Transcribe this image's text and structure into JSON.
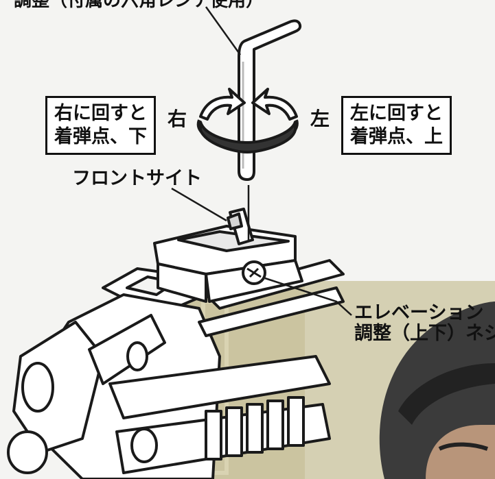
{
  "top_label_partial": "調整（付属の六角レンチ使用）",
  "right_box": [
    "右に回すと",
    "着弾点、下"
  ],
  "right_label": "右",
  "left_label": "左",
  "left_box": [
    "左に回すと",
    "着弾点、上"
  ],
  "front_sight_label": "フロントサイト",
  "elevation_label": [
    "エレベーション",
    "調整（上下）ネジ"
  ],
  "colors": {
    "line": "#1a1a1a",
    "background": "#f4f4f2",
    "overlay_tan": "#ccc6a4",
    "helmet": "#3a3a3a"
  }
}
